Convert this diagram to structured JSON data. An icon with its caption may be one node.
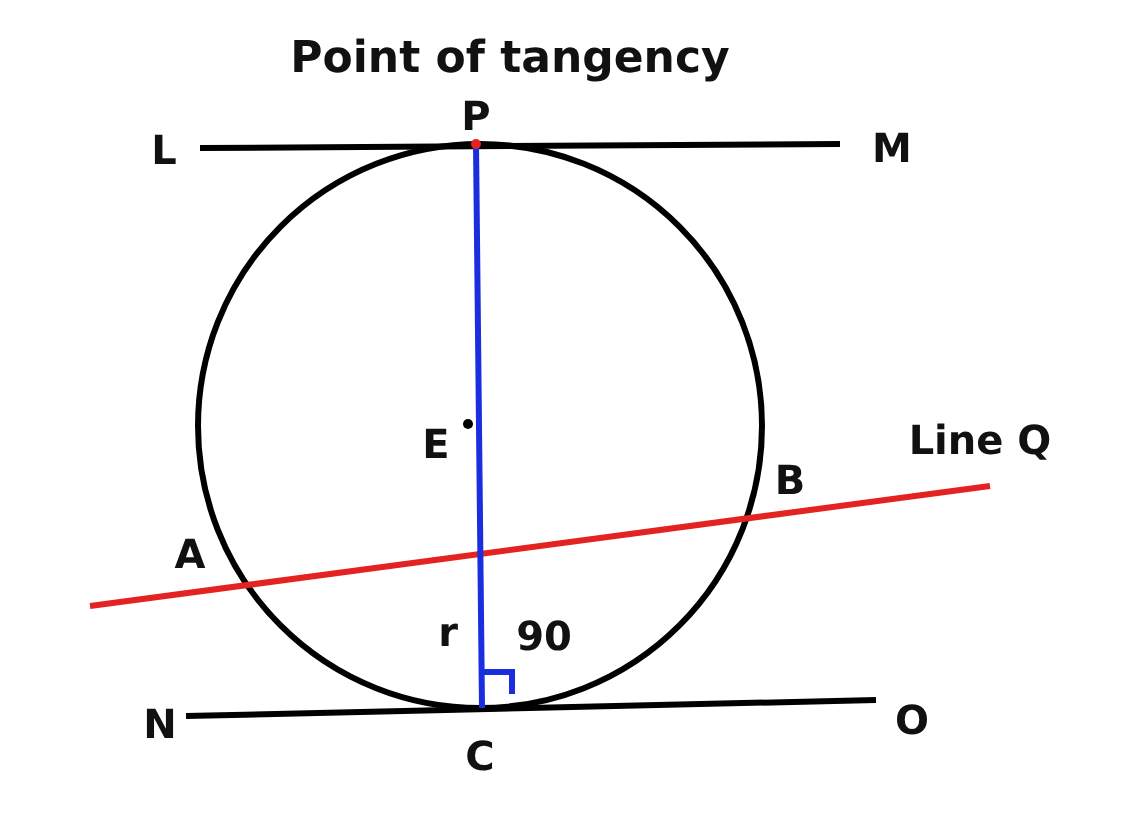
{
  "diagram": {
    "labels": [
      "Point of tangency",
      "P",
      "L",
      "M",
      "E",
      "Line Q",
      "B",
      "A",
      "r",
      "90",
      "N",
      "O",
      "C"
    ]
  }
}
